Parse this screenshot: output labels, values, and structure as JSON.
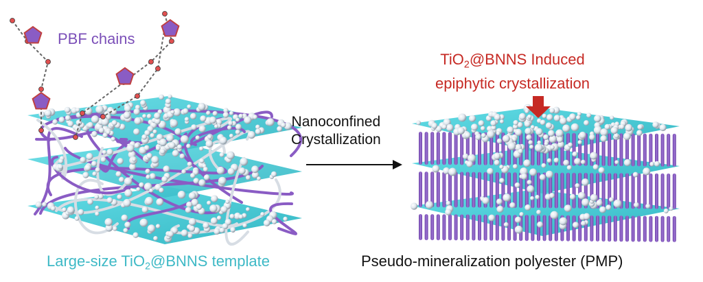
{
  "labels": {
    "chains": "PBF chains",
    "template_prefix": "Large-size TiO",
    "template_sub": "2",
    "template_suffix": "@BNNS template",
    "arrow_line1": "Nanoconfined",
    "arrow_line2": "Crystallization",
    "induced_prefix": "TiO",
    "induced_sub": "2",
    "induced_suffix": "@BNNS Induced",
    "induced_line2": "epiphytic crystallization",
    "product": "Pseudo-mineralization polyester (PMP)"
  },
  "colors": {
    "sheet": "#4fd3dd",
    "sheet_edge": "#2aa5b1",
    "polymer": "#8a5cc4",
    "polymer_dark": "#5d3590",
    "particle": "#e8eef3",
    "particle_shadow": "#9aa6b0",
    "red_arrow": "#c62a24",
    "chain_atom": "#e05050",
    "ring": "#8a5cc4"
  }
}
